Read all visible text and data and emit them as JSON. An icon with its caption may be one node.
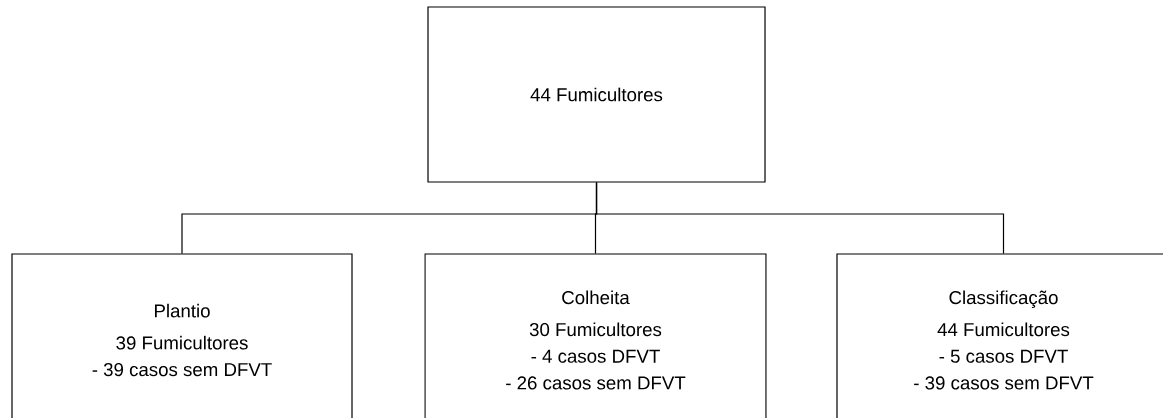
{
  "diagram": {
    "nodes": [
      {
        "text": [
          "44 Fumicultores"
        ]
      },
      {
        "text": [
          "Plantio",
          "39 Fumicultores",
          "- 39 casos sem DFVT"
        ]
      },
      {
        "text": [
          "Colheita",
          "30 Fumicultores",
          "- 4 casos DFVT",
          "- 26 casos sem DFVT"
        ]
      },
      {
        "text": [
          "Classificação",
          "44 Fumicultores",
          "- 5 casos DFVT",
          "- 39 casos sem DFVT"
        ]
      }
    ],
    "edges": [
      {
        "from": 0,
        "to": 1,
        "arrow": "none"
      },
      {
        "from": 0,
        "to": 2,
        "arrow": "none"
      },
      {
        "from": 0,
        "to": 3,
        "arrow": "none"
      }
    ]
  }
}
